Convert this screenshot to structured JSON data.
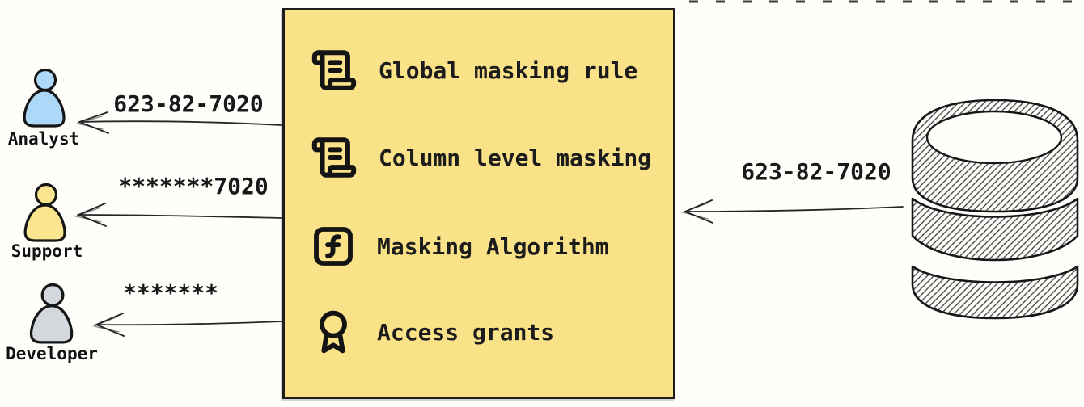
{
  "colors": {
    "ink": "#1e1e1e",
    "box_fill": "#fae289",
    "analyst_fill": "#aed8f8",
    "support_fill": "#fbe58f",
    "developer_fill": "#d3d8dd"
  },
  "personas": [
    {
      "label": "Analyst",
      "received_value": "623-82-7020",
      "fill": "#aed8f8",
      "icon": "person-icon"
    },
    {
      "label": "Support",
      "received_value": "*******7020",
      "fill": "#fbe58f",
      "icon": "person-icon"
    },
    {
      "label": "Developer",
      "received_value": "*******",
      "fill": "#d3d8dd",
      "icon": "person-icon"
    }
  ],
  "masking_box": {
    "fill": "#fae289",
    "items": [
      {
        "icon": "scroll-icon",
        "label": "Global masking rule"
      },
      {
        "icon": "scroll-icon",
        "label": "Column level masking"
      },
      {
        "icon": "function-square-icon",
        "label": "Masking Algorithm"
      },
      {
        "icon": "award-icon",
        "label": "Access grants"
      }
    ]
  },
  "database": {
    "icon": "database-icon",
    "sent_value": "623-82-7020"
  }
}
